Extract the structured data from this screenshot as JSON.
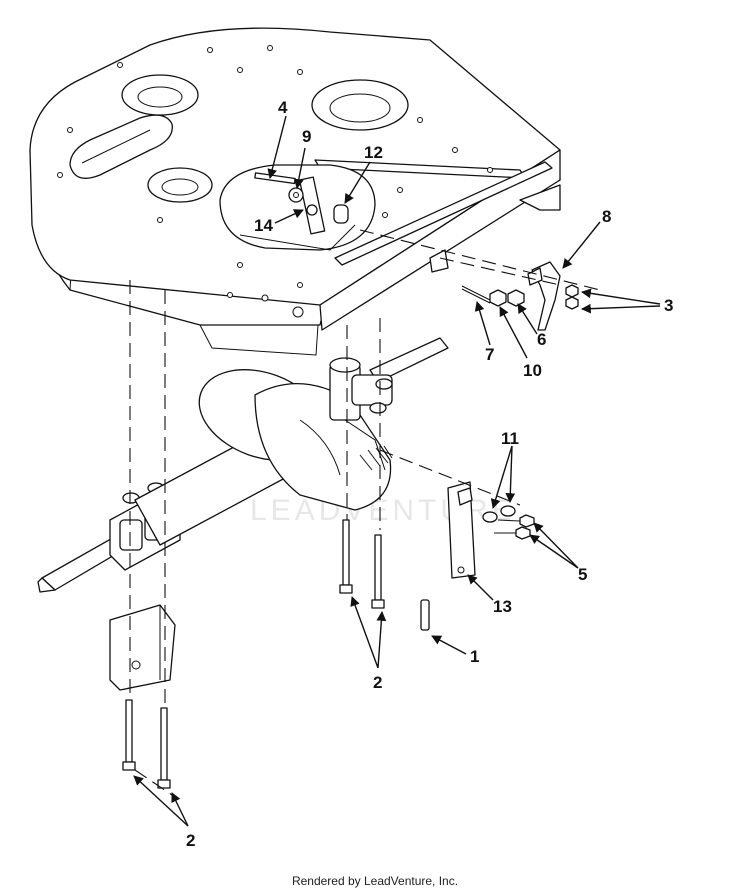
{
  "diagram": {
    "callouts": [
      {
        "id": "c4",
        "label": "4"
      },
      {
        "id": "c9",
        "label": "9"
      },
      {
        "id": "c12",
        "label": "12"
      },
      {
        "id": "c14",
        "label": "14"
      },
      {
        "id": "c8",
        "label": "8"
      },
      {
        "id": "c3",
        "label": "3"
      },
      {
        "id": "c6",
        "label": "6"
      },
      {
        "id": "c7",
        "label": "7"
      },
      {
        "id": "c10",
        "label": "10"
      },
      {
        "id": "c11",
        "label": "11"
      },
      {
        "id": "c5",
        "label": "5"
      },
      {
        "id": "c13",
        "label": "13"
      },
      {
        "id": "c1",
        "label": "1"
      },
      {
        "id": "c2a",
        "label": "2"
      },
      {
        "id": "c2b",
        "label": "2"
      }
    ],
    "watermark": "LEADVENTURE"
  },
  "footer": {
    "text": "Rendered by LeadVenture, Inc."
  }
}
